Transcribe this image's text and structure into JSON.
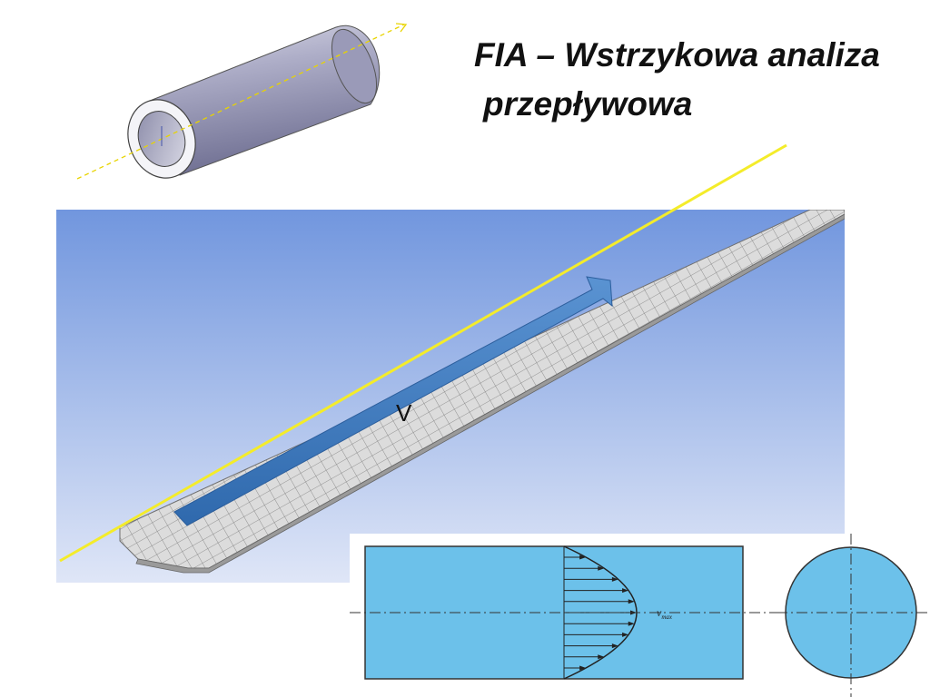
{
  "title": {
    "line1": "FIA – Wstrzykowa analiza",
    "line2": "przepływowa"
  },
  "velocity_label": "V",
  "profile": {
    "vmax_label_main": "v",
    "vmax_label_sub": "max",
    "arrow_count": 11
  },
  "colors": {
    "yellow_line": "#f4ec2a",
    "flow_arrow": "#3f7fc4",
    "pipe_fill": "#6cc1ea",
    "sky_top": "#7196de",
    "sky_bottom": "#dfe6f7",
    "mesh": "#8d8d8d"
  }
}
